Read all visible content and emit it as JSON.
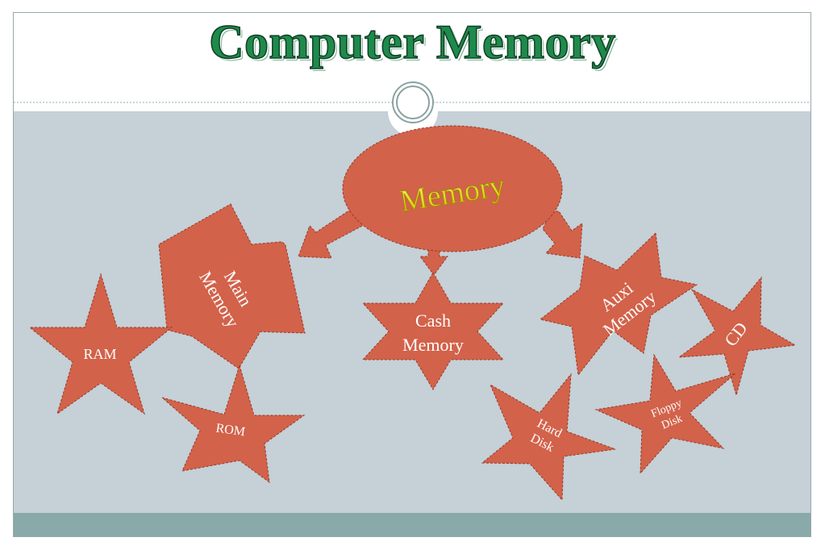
{
  "slide": {
    "title": "Computer Memory"
  },
  "diagram": {
    "root": "Memory",
    "nodes": {
      "main_memory": [
        "Main",
        "Memory"
      ],
      "cash_memory": [
        "Cash",
        "Memory"
      ],
      "auxi_memory": [
        "Auxi",
        "Memory"
      ],
      "ram": "RAM",
      "rom": "ROM",
      "cd": "CD",
      "hard_disk": [
        "Hard",
        "Disk"
      ],
      "floppy_disk": [
        "Floppy",
        "Disk"
      ]
    },
    "colors": {
      "shape_fill": "#d2624a",
      "shape_stroke": "#9b3a28",
      "root_text": "#e8e400",
      "node_text": "#ffffff",
      "content_bg": "#c5d0d7",
      "footer_bar": "#8aa9a9",
      "title_green": "#1f8a4c"
    }
  }
}
